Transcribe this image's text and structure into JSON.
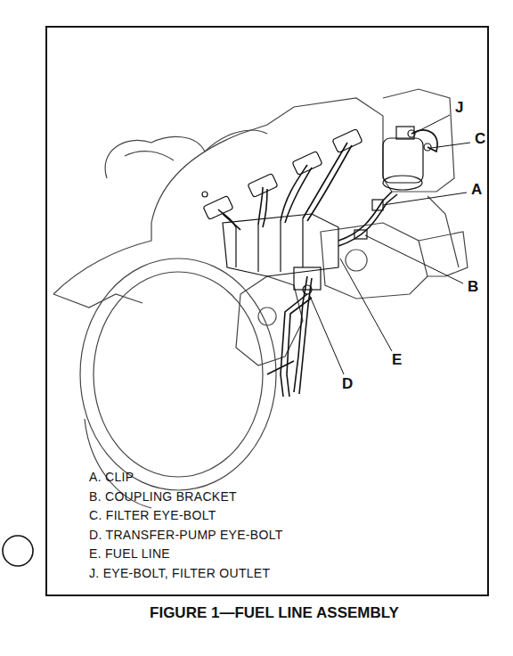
{
  "diagram": {
    "caption": "FIGURE 1—FUEL LINE ASSEMBLY",
    "labels": [
      "J",
      "C",
      "A",
      "B",
      "E",
      "D",
      "A. CLIP",
      "B. COUPLING BRACKET",
      "C. FILTER EYE-BOLT",
      "D. TRANSFER-PUMP EYE-BOLT",
      "E. FUEL LINE",
      "J. EYE-BOLT, FILTER OUTLET"
    ]
  }
}
